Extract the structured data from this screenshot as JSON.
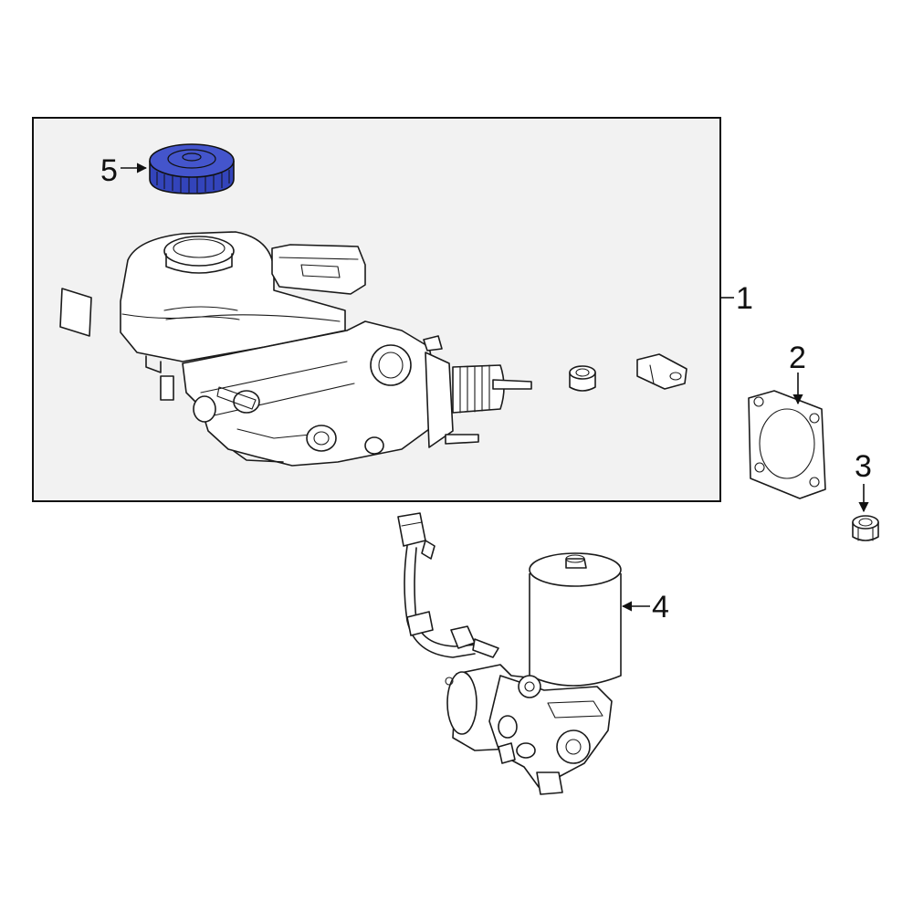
{
  "diagram": {
    "callouts": {
      "c1": "1",
      "c2": "2",
      "c3": "3",
      "c4": "4",
      "c5": "5"
    },
    "highlight_color": "#3344bb",
    "assembly_box_color": "#f2f2f2"
  }
}
